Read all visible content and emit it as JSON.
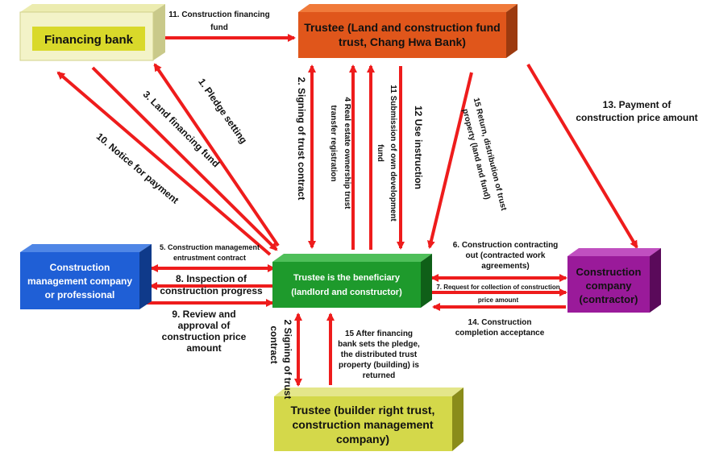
{
  "nodes": {
    "financing_bank": {
      "label": "Financing bank",
      "color": "#d9d92a"
    },
    "trustee_fund": {
      "lines": [
        "Trustee (Land and construction fund",
        "trust, Chang Hwa Bank)"
      ],
      "color": "#e0561b"
    },
    "cm_company": {
      "lines": [
        "Construction",
        "management company",
        "or professional"
      ],
      "color": "#1f5fd6"
    },
    "beneficiary": {
      "lines": [
        "Trustee is the beneficiary",
        "(landlord and constructor)"
      ],
      "color": "#1e9a2c"
    },
    "contractor": {
      "lines": [
        "Construction",
        "company",
        "(contractor)"
      ],
      "color": "#9a1a9a"
    },
    "trustee_builder": {
      "lines": [
        "Trustee (builder right trust,",
        "construction management",
        "company)"
      ],
      "color": "#d4d84a"
    }
  },
  "labels": {
    "l11_fin": [
      "11. Construction financing",
      "fund"
    ],
    "l1": "1. Pledge setting",
    "l3": "3. Land financing fund",
    "l10": "10. Notice for payment",
    "l2": "2. Signing of trust contract",
    "l4": [
      "4 Real estate ownership trust",
      "transfer registration"
    ],
    "l11_own": [
      "11 Submission of own development",
      "fund"
    ],
    "l12": "12 Use instruction",
    "l15_ret": [
      "15 Return, distribution of trust",
      "property (land and fund)"
    ],
    "l13": [
      "13. Payment of",
      "construction price amount"
    ],
    "l5": [
      "5. Construction management",
      "entrustment contract"
    ],
    "l8": [
      "8. Inspection of",
      "construction progress"
    ],
    "l9": [
      "9. Review and",
      "approval of",
      "construction price",
      "amount"
    ],
    "l6": [
      "6. Construction contracting",
      "out (contracted work",
      "agreements)"
    ],
    "l7": [
      "7. Request for collection of construction",
      "price amount"
    ],
    "l14": [
      "14. Construction",
      "completion acceptance"
    ],
    "l2b": [
      "2 Signing of trust",
      "contract"
    ],
    "l15_after": [
      "15 After financing",
      "bank sets the pledge,",
      "the distributed trust",
      "property (building) is",
      "returned"
    ]
  },
  "colors": {
    "arrow": "#ee1c1c"
  }
}
